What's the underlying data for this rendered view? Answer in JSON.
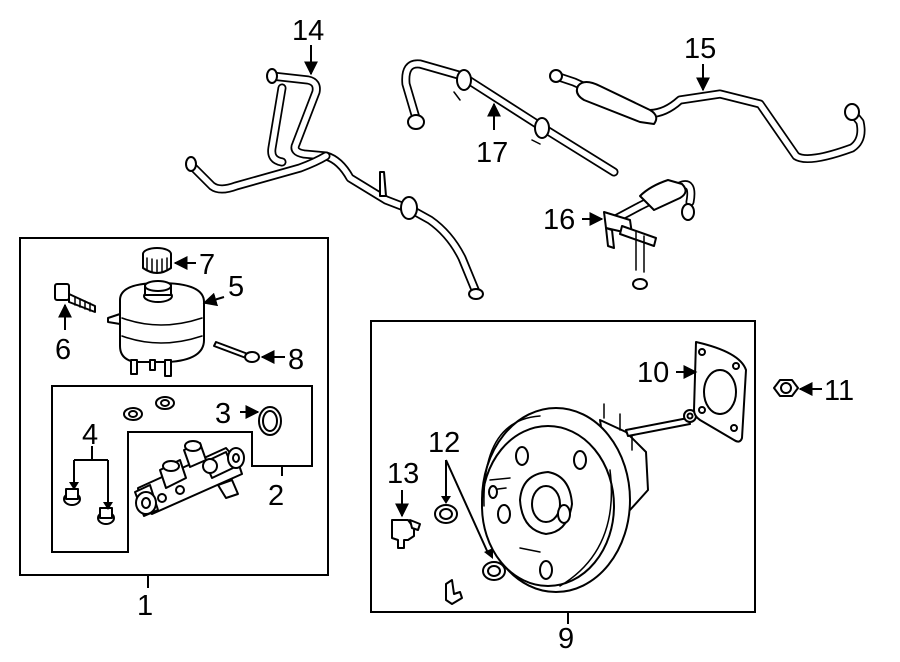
{
  "callouts": {
    "c1": "1",
    "c2": "2",
    "c3": "3",
    "c4": "4",
    "c5": "5",
    "c6": "6",
    "c7": "7",
    "c8": "8",
    "c9": "9",
    "c10": "10",
    "c11": "11",
    "c12": "12",
    "c13": "13",
    "c14": "14",
    "c15": "15",
    "c16": "16",
    "c17": "17"
  },
  "icons": {
    "master_cylinder_assembly": "master-cylinder-icon",
    "reservoir": "brake-fluid-reservoir-icon",
    "cap": "reservoir-cap-icon",
    "bolt": "bolt-icon",
    "sensor": "fluid-level-sensor-icon",
    "seal": "o-ring-seal-icon",
    "grommet": "grommet-icon",
    "plug": "plug-icon",
    "booster": "brake-booster-icon",
    "gasket": "booster-gasket-icon",
    "nut": "nut-icon",
    "check_valve": "check-valve-icon",
    "vacuum_hose": "vacuum-hose-icon",
    "vacuum_sensor": "vacuum-sensor-icon"
  },
  "colors": {
    "line": "#000000",
    "background": "#ffffff"
  }
}
